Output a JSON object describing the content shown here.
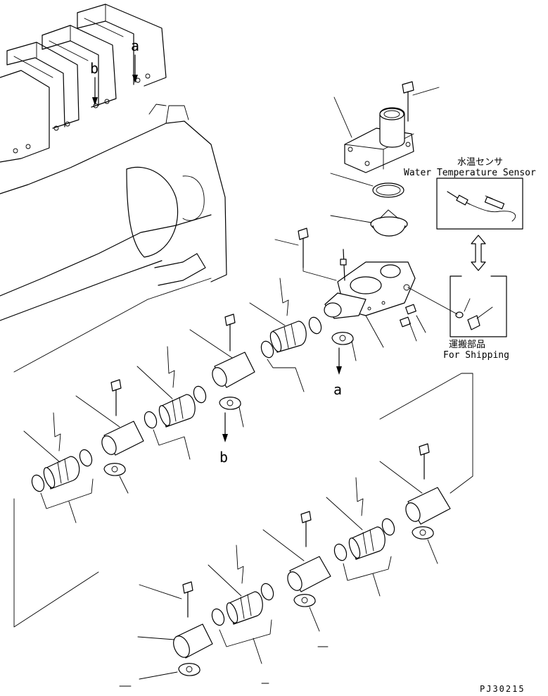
{
  "diagram": {
    "callouts": {
      "a_top": "a",
      "b_top": "b",
      "a_lower": "a",
      "b_lower": "b"
    },
    "sensor_box": {
      "label_jp": "水温センサ",
      "label_en": "Water Temperature Sensor"
    },
    "shipping_box": {
      "label_jp": "運搬部品",
      "label_en": "For Shipping"
    },
    "drawing_code": "PJ30215"
  }
}
